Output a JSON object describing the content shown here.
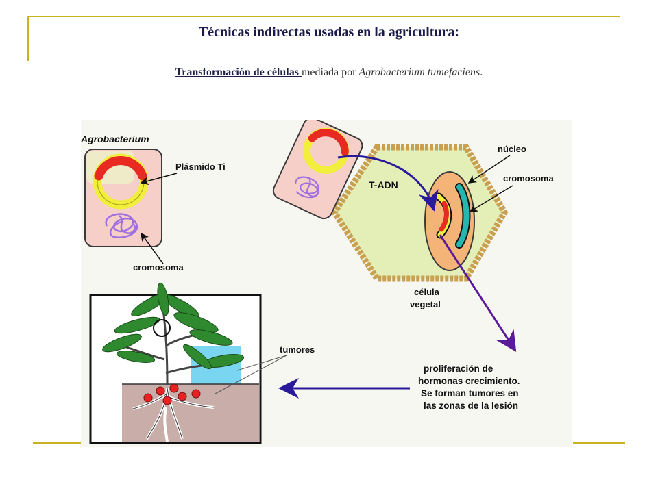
{
  "title": "Técnicas indirectas usadas en la agricultura:",
  "subtitle": {
    "underlined": "Transformación de células ",
    "middle": "mediada por ",
    "italic": "Agrobacterium tumefaciens",
    "end": "."
  },
  "labels": {
    "agrobacterium": "Agrobacterium",
    "plasmid": "Plásmido Ti",
    "chromosome_left": "cromosoma",
    "tadn": "T-ADN",
    "nucleus": "núcleo",
    "chromosome_right": "cromosoma",
    "plant_cell_line1": "célula",
    "plant_cell_line2": "vegetal",
    "tumors": "tumores",
    "prolif_1": "proliferación de",
    "prolif_2": "hormonas crecimiento.",
    "prolif_3": "Se forman tumores en",
    "prolif_4": "las zonas de la lesión"
  },
  "colors": {
    "frame": "#c8b21e",
    "cell_fill": "#f6cfc8",
    "plasmid_yellow": "#f2ee3c",
    "plasmid_red": "#e82a22",
    "chromosome_purple": "#a070e0",
    "plant_cell_fill": "#e4efb8",
    "plant_cell_wall": "#c8a050",
    "nucleus_fill": "#f4b478",
    "chromosome_teal": "#22b8b0",
    "arrow_blue": "#2a1a9a",
    "arrow_purple": "#5a1a9a",
    "soil": "#c8ada8",
    "tumor_red": "#e82222",
    "leaf_green": "#2f8a2f"
  }
}
